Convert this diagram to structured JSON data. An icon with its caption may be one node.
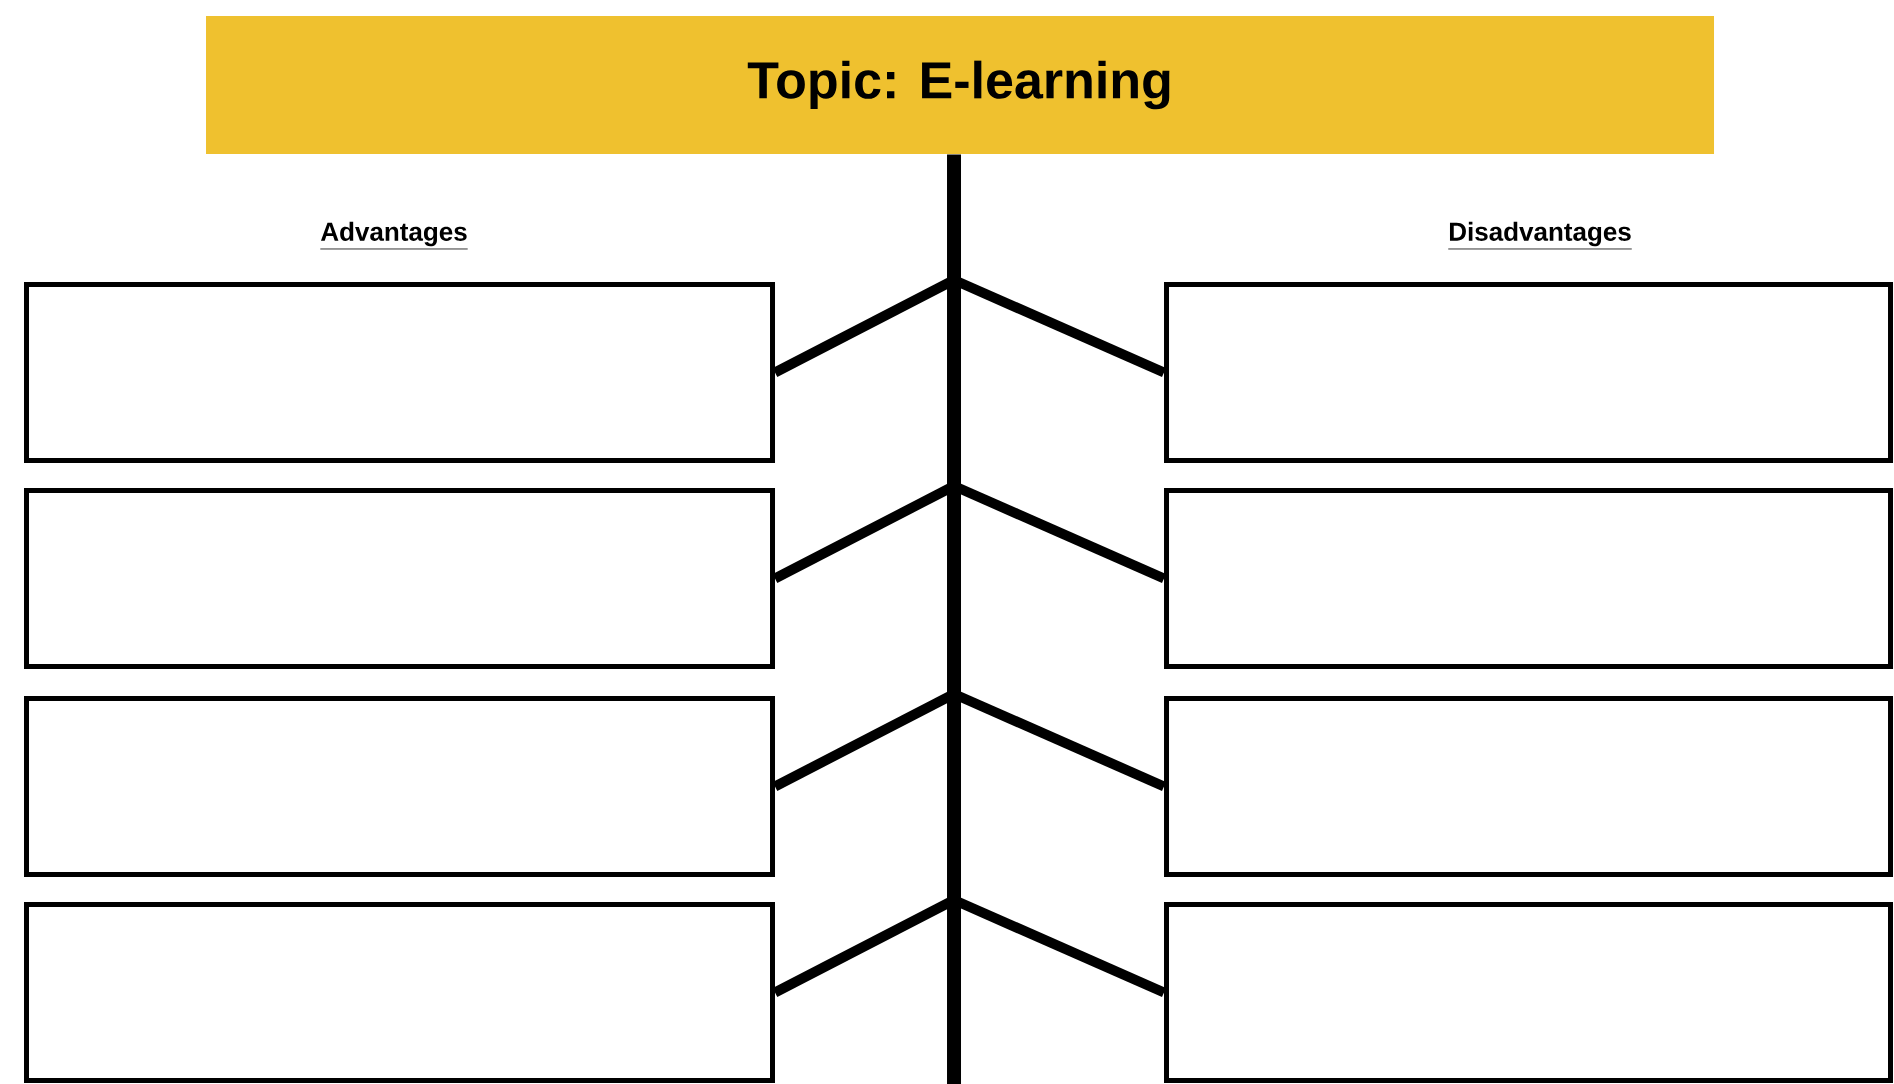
{
  "diagram": {
    "title": "Topic: E-learning",
    "nodes": [
      {
        "text": [],
        "shape": "bar"
      },
      {
        "text": [],
        "shape": "box"
      },
      {
        "text": [],
        "shape": "box"
      },
      {
        "text": [],
        "shape": "box"
      },
      {
        "text": [],
        "shape": "box"
      },
      {
        "text": [],
        "shape": "box"
      },
      {
        "text": [],
        "shape": "box"
      },
      {
        "text": [],
        "shape": "box"
      },
      {
        "text": [],
        "shape": "box"
      }
    ],
    "edges": [
      {
        "from": 0,
        "to": 1,
        "arrow": "none"
      },
      {
        "from": 0,
        "to": 2,
        "arrow": "none"
      },
      {
        "from": 0,
        "to": 3,
        "arrow": "none"
      },
      {
        "from": 0,
        "to": 4,
        "arrow": "none"
      },
      {
        "from": 0,
        "to": 5,
        "arrow": "none"
      },
      {
        "from": 0,
        "to": 6,
        "arrow": "none"
      },
      {
        "from": 0,
        "to": 7,
        "arrow": "none"
      },
      {
        "from": 0,
        "to": 8,
        "arrow": "none"
      }
    ],
    "labels": [
      "Advantages",
      "Disadvantages"
    ]
  }
}
